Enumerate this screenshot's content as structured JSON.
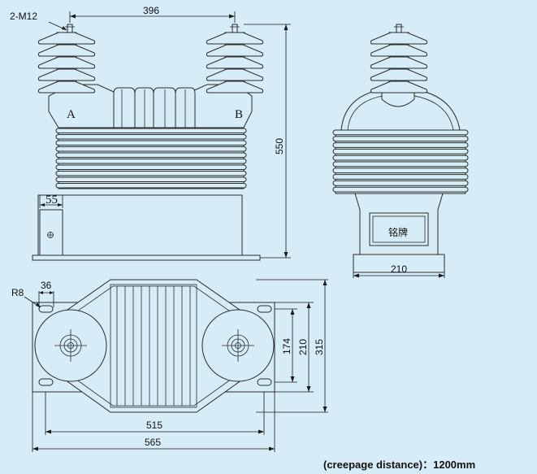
{
  "labels": {
    "bolt_spec": "2-M12",
    "terminal_a": "A",
    "terminal_b": "B",
    "nameplate": "铭牌",
    "creepage": "(creepage distance)：1200mm"
  },
  "dimensions": {
    "terminal_spacing": "396",
    "height": "550",
    "bracket_width": "55",
    "side_base_width": "210",
    "corner_radius": "R8",
    "slot_width": "36",
    "hole_spacing_inner": "174",
    "hole_spacing_outer": "210",
    "base_depth": "315",
    "hole_spacing_length": "515",
    "base_length": "565"
  }
}
